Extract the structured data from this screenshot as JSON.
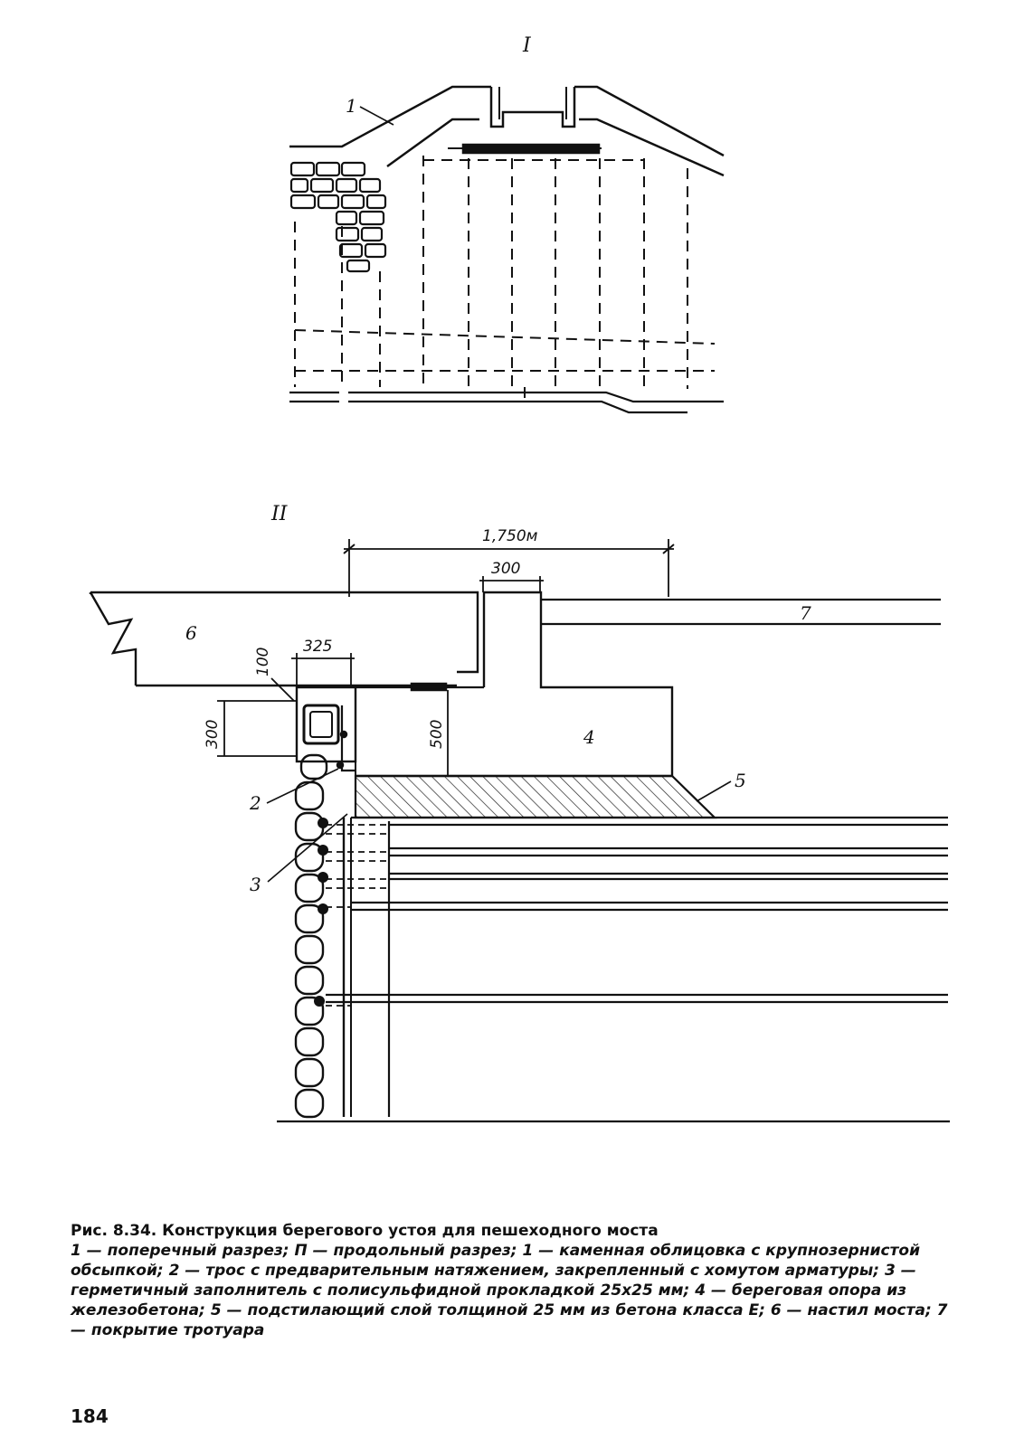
{
  "figure_I": {
    "roman": "I",
    "labels": {
      "one": "1"
    }
  },
  "figure_II": {
    "roman": "II",
    "dimensions": {
      "span": "1,750м",
      "post_width": "300",
      "beam_width": "325",
      "gap": "100",
      "beam_height": "300",
      "support_height": "500"
    },
    "labels": {
      "two": "2",
      "three": "3",
      "four": "4",
      "five": "5",
      "six": "6",
      "seven": "7"
    }
  },
  "caption": {
    "title": "Рис. 8.34. Конструкция берегового устоя для пешеходного моста",
    "body": "1 — поперечный разрез; П — продольный разрез; 1 — каменная облицовка с крупнозернистой обсыпкой; 2 — трос с предварительным натяжением, закрепленный с хомутом арматуры; 3 — герметичный заполнитель с полисульфидной прокладкой 25х25 мм; 4 — береговая опора из железобетона; 5 — подстилающий слой толщиной 25 мм из бетона класса Е; 6 — настил моста; 7 — покрытие тротуара"
  },
  "page_number": "184"
}
